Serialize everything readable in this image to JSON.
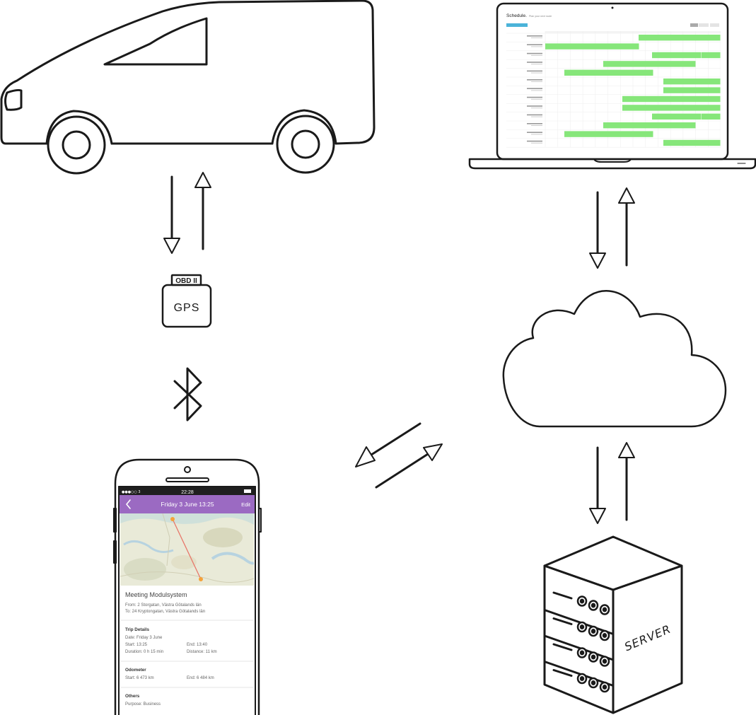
{
  "gps_device": {
    "port_label": "OBD II",
    "device_label": "GPS"
  },
  "server": {
    "label": "SERVER"
  },
  "laptop_screen": {
    "title": "Schedule.",
    "subtitle": "Plan your next route"
  },
  "phone_screen": {
    "status_time": "22:28",
    "status_carrier": "●●●○○ 3",
    "header_title": "Friday 3 June 13:25",
    "back_icon": "chevron-left-icon",
    "edit_label": "Edit",
    "trip_title": "Meeting Modulsystem",
    "from_line": "From: 2 Storgatan, Västra Götalands län",
    "to_line": "To: 24 Kryptongatan, Västra Götalands län",
    "trip_details": {
      "heading": "Trip Details",
      "date": "Date: Friday 3 June",
      "start": "Start: 13:25",
      "end": "End: 13:40",
      "duration": "Duration: 0 h 15 min",
      "distance": "Distance: 11 km"
    },
    "odometer": {
      "heading": "Odometer",
      "start": "Start: 6 473 km",
      "end": "End: 6 484 km"
    },
    "others": {
      "heading": "Others",
      "purpose": "Purpose: Business"
    },
    "accent_color": "#9b6ac2",
    "route_color": "#e8776a",
    "marker_color": "#f5a23a"
  },
  "icons": [
    "van-icon",
    "laptop-icon",
    "gps-obd-device-icon",
    "bluetooth-icon",
    "cloud-icon",
    "smartphone-icon",
    "server-icon"
  ],
  "colors": {
    "schedule_bar": "#86e67a",
    "schedule_button": "#4bb3d9"
  }
}
